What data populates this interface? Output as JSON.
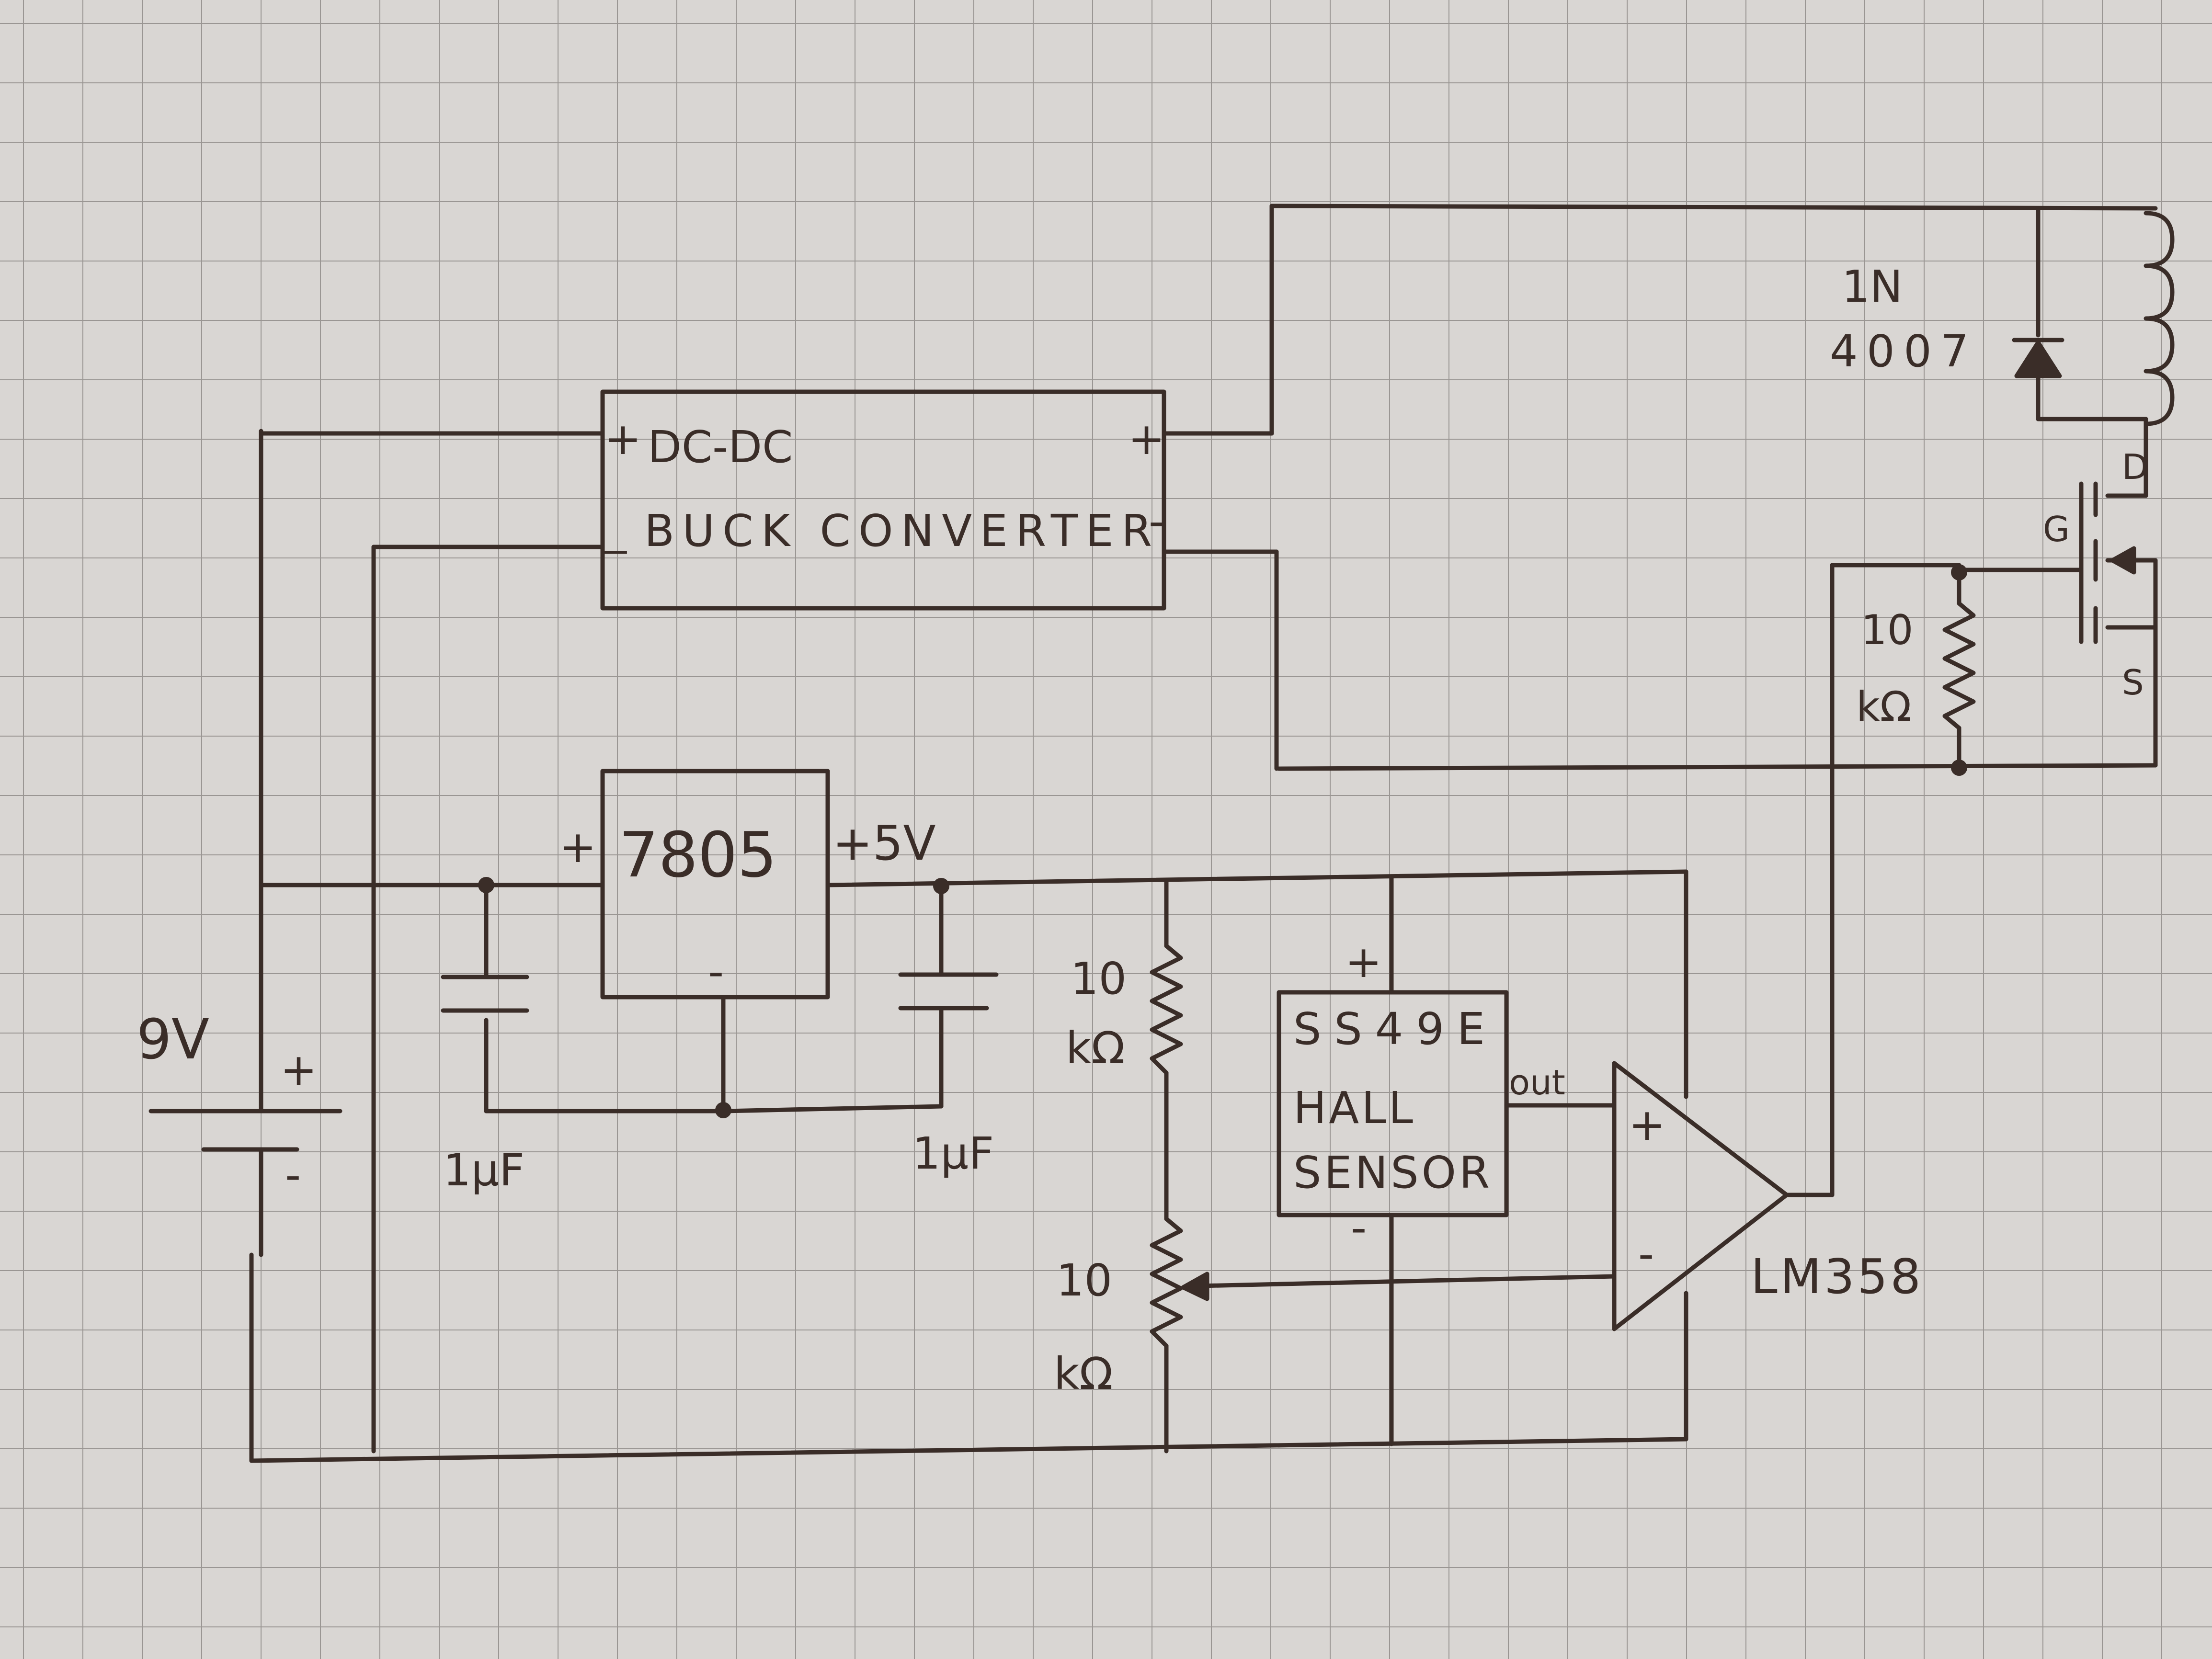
{
  "colors": {
    "paper": "#d9d6d3",
    "grid": "#8f8b88",
    "ink": "#3a2d28"
  },
  "labels": {
    "buck_plus_in": "+",
    "buck_title": "DC-DC",
    "buck_minus_in": "_",
    "buck_subtitle": "BUCK CONVERTER",
    "buck_plus_out": "+",
    "buck_minus_out": "-",
    "diode_name_1": "1N",
    "diode_name_2": "4007",
    "mosfet_d": "D",
    "mosfet_g": "G",
    "mosfet_s": "S",
    "gate_res_value": "10",
    "gate_res_unit": "kΩ",
    "regulator_plus": "+",
    "regulator": "7805",
    "regulator_minus": "-",
    "five_volt": "+5V",
    "battery_voltage": "9V",
    "battery_plus": "+",
    "battery_minus": "-",
    "cap1": "1µF",
    "cap2": "1µF",
    "res_top_value": "10",
    "res_top_unit": "kΩ",
    "pot_value": "10",
    "pot_unit": "kΩ",
    "hall_plus": "+",
    "hall_line1": "SS49E",
    "hall_line2": "HALL",
    "hall_line3": "SENSOR",
    "hall_out": "out",
    "hall_minus": "-",
    "opamp_plus": "+",
    "opamp_minus": "-",
    "opamp_name": "LM358"
  }
}
